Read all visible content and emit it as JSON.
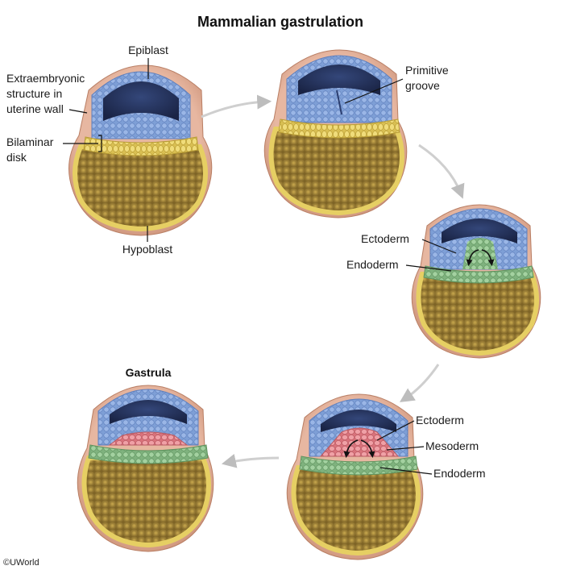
{
  "title": "Mammalian gastrulation",
  "copyright": "©UWorld",
  "stages": [
    {
      "id": "bilaminar",
      "labels": {
        "epiblast": "Epiblast",
        "extraembryonic_1": "Extraembryonic",
        "extraembryonic_2": "structure in",
        "extraembryonic_3": "uterine wall",
        "bilaminar_1": "Bilaminar",
        "bilaminar_2": "disk",
        "hypoblast": "Hypoblast"
      }
    },
    {
      "id": "primitive-groove",
      "labels": {
        "groove_1": "Primitive",
        "groove_2": "groove"
      }
    },
    {
      "id": "endoderm-formation",
      "labels": {
        "ectoderm": "Ectoderm",
        "endoderm": "Endoderm"
      }
    },
    {
      "id": "mesoderm-formation",
      "labels": {
        "ectoderm": "Ectoderm",
        "mesoderm": "Mesoderm",
        "endoderm": "Endoderm"
      }
    },
    {
      "id": "gastrula",
      "labels": {
        "title": "Gastrula"
      }
    }
  ],
  "colors": {
    "outer_wall": "#e0ab92",
    "epiblast": "#7e9fd6",
    "cavity": "#23315a",
    "hypoblast": "#e6cf63",
    "yolk": "#a8883a",
    "endoderm": "#8cc08a",
    "mesoderm": "#e88a91",
    "arrow": "#c8c8c8"
  }
}
